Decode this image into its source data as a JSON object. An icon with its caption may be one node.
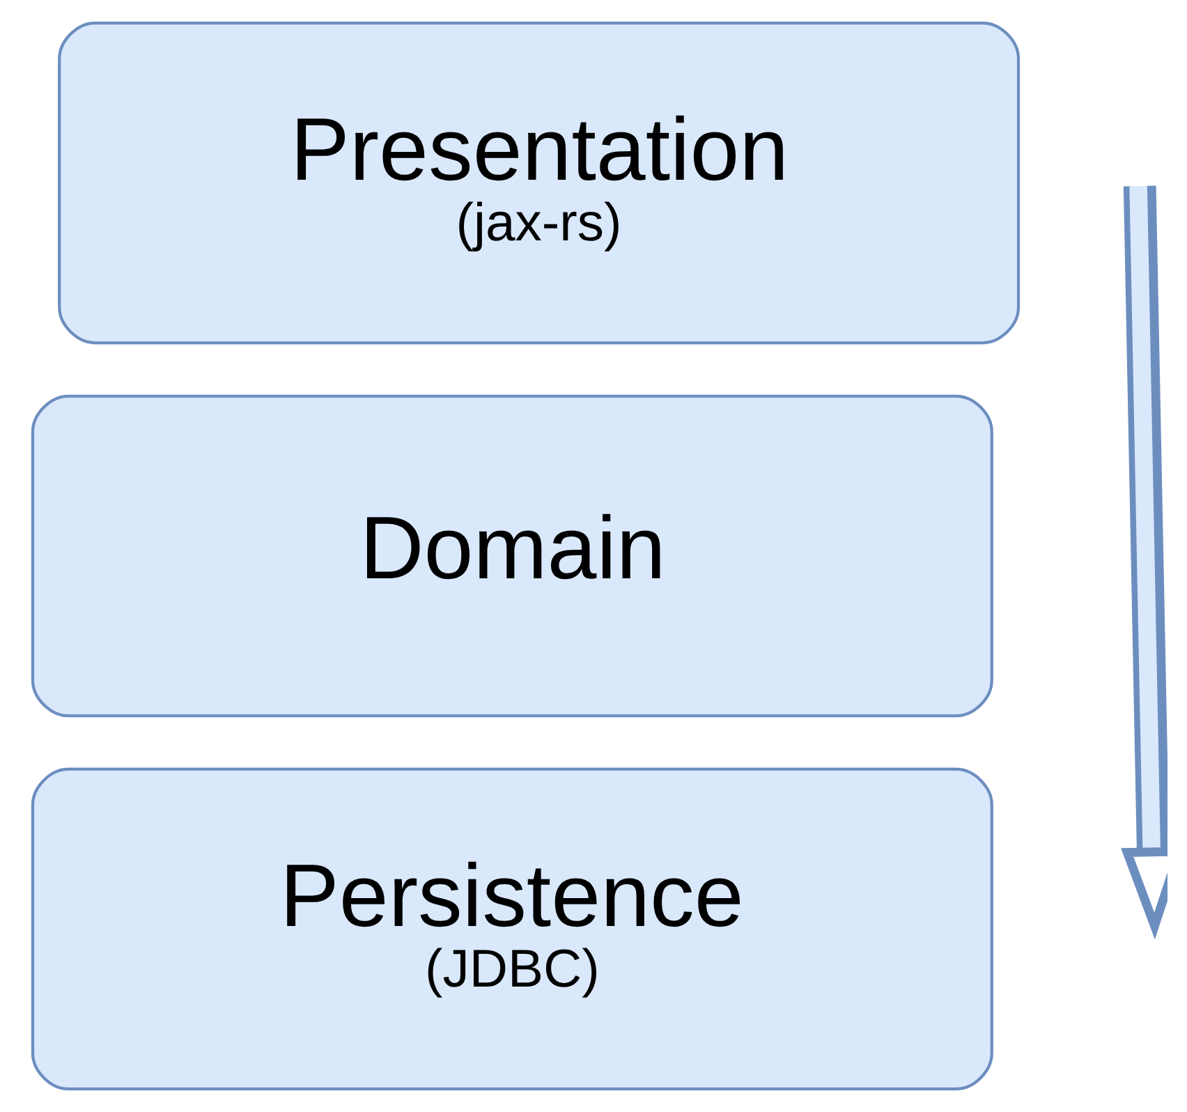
{
  "diagram": {
    "nodes": [
      {
        "text": [
          "Presentation",
          "(jax-rs)"
        ]
      },
      {
        "text": [
          "Domain"
        ]
      },
      {
        "text": [
          "Persistence",
          "(JDBC)"
        ]
      }
    ]
  }
}
